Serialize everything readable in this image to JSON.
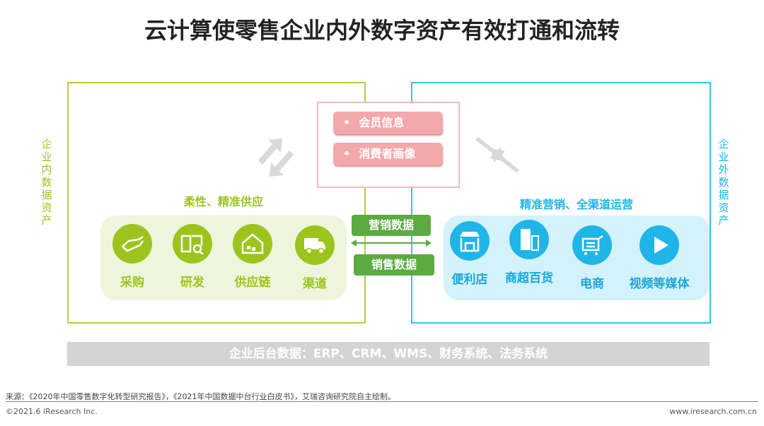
{
  "title": "云计算使零售企业内外数字资产有效打通和流转",
  "left_label": "企业内数据资产",
  "right_label": "企业外数据资产",
  "center_items": [
    "会员信息",
    "消费者画像"
  ],
  "bullet": "•",
  "left_subtitle": "柔性、精准供应",
  "right_subtitle": "精准营销、全渠道运营",
  "left_items": [
    {
      "label": "采购",
      "icon": "hand-icon"
    },
    {
      "label": "研发",
      "icon": "book-search-icon"
    },
    {
      "label": "供应链",
      "icon": "warehouse-icon"
    },
    {
      "label": "渠道",
      "icon": "truck-icon"
    }
  ],
  "right_items": [
    {
      "label": "便利店",
      "icon": "store-icon"
    },
    {
      "label": "商超百货",
      "icon": "building-icon"
    },
    {
      "label": "电商",
      "icon": "cart-icon"
    },
    {
      "label": "视频等媒体",
      "icon": "play-icon"
    }
  ],
  "marketing_data": "营销数据",
  "sales_data": "销售数据",
  "backend_bar": "企业后台数据：ERP、CRM、WMS、财务系统、法务系统",
  "source": "来源：《2020年中国零售数字化转型研究报告》，《2021年中国数据中台行业白皮书》，艾瑞咨询研究院自主绘制。",
  "copyright": "©2021.6 iResearch Inc.",
  "url": "www.iresearch.com.cn",
  "colors": {
    "green": "#9cc41e",
    "blue": "#1fb5e8",
    "dark_green": "#5bab40",
    "pink": "#f4a8ab"
  }
}
